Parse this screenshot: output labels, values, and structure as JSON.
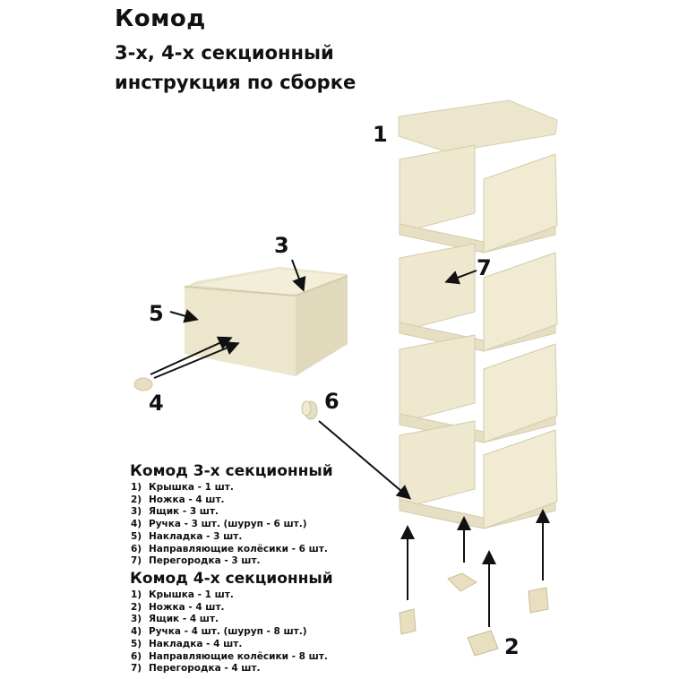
{
  "header": {
    "title": "Комод",
    "subtitle_line1": "3-х, 4-х секционный",
    "subtitle_line2": "инструкция по сборке"
  },
  "callouts": {
    "c1": "1",
    "c2": "2",
    "c3": "3",
    "c4": "4",
    "c5": "5",
    "c6": "6",
    "c7": "7"
  },
  "colors": {
    "plastic": "#efead2",
    "plastic_shadow": "#ddd6b8",
    "plastic_dark": "#c9c1a0",
    "text": "#111111"
  },
  "lists": [
    {
      "title": "Комод 3-х секционный",
      "items": [
        {
          "n": "1)",
          "text": "Крышка - 1 шт."
        },
        {
          "n": "2)",
          "text": "Ножка - 4 шт."
        },
        {
          "n": "3)",
          "text": "Ящик - 3 шт."
        },
        {
          "n": "4)",
          "text": "Ручка - 3 шт. (шуруп - 6 шт.)"
        },
        {
          "n": "5)",
          "text": "Накладка - 3 шт."
        },
        {
          "n": "6)",
          "text": "Направляющие колёсики - 6 шт."
        },
        {
          "n": "7)",
          "text": "Перегородка - 3 шт."
        }
      ]
    },
    {
      "title": "Комод 4-х секционный",
      "items": [
        {
          "n": "1)",
          "text": "Крышка - 1 шт."
        },
        {
          "n": "2)",
          "text": "Ножка - 4 шт."
        },
        {
          "n": "3)",
          "text": "Ящик - 4 шт."
        },
        {
          "n": "4)",
          "text": "Ручка - 4 шт. (шуруп - 8 шт.)"
        },
        {
          "n": "5)",
          "text": "Накладка - 4 шт."
        },
        {
          "n": "6)",
          "text": "Направляющие колёсики - 8 шт."
        },
        {
          "n": "7)",
          "text": "Перегородка - 4 шт."
        }
      ]
    }
  ]
}
